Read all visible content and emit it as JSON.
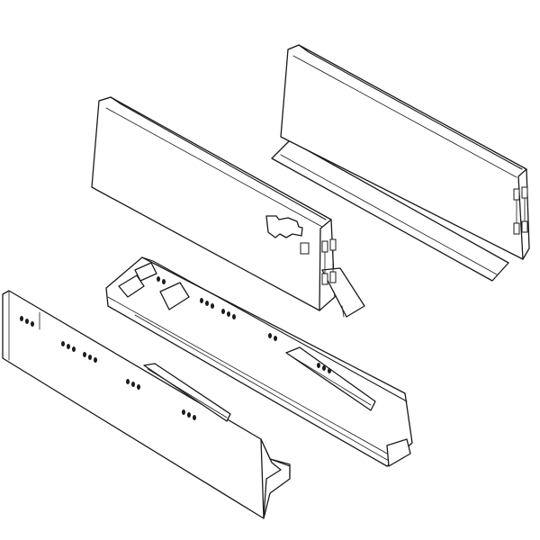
{
  "diagram": {
    "subject": "",
    "colors": {
      "background": "#ffffff",
      "line": "#1a1a1a"
    },
    "components": [
      {
        "id": "rear-side-panel",
        "icon": "drawer-side-panel"
      },
      {
        "id": "front-side-panel",
        "icon": "drawer-side-panel"
      },
      {
        "id": "inner-runner-rail",
        "icon": "drawer-runner"
      },
      {
        "id": "outer-cabinet-rail",
        "icon": "drawer-runner"
      }
    ]
  }
}
